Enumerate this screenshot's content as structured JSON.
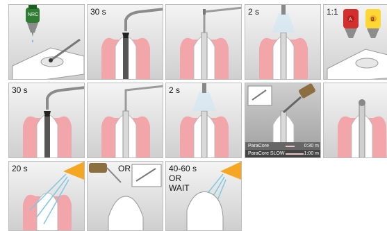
{
  "panels": [
    {
      "id": "p1",
      "label": ""
    },
    {
      "id": "p2",
      "label": "30 s"
    },
    {
      "id": "p3",
      "label": ""
    },
    {
      "id": "p4",
      "label": "2 s"
    },
    {
      "id": "p5",
      "label": "1:1"
    },
    {
      "id": "p6",
      "label": "30 s"
    },
    {
      "id": "p7",
      "label": ""
    },
    {
      "id": "p8",
      "label": "2 s"
    },
    {
      "id": "p9",
      "label": ""
    },
    {
      "id": "p10",
      "label": ""
    },
    {
      "id": "p11",
      "label": "20 s"
    },
    {
      "id": "p12",
      "label": "OR"
    },
    {
      "id": "p13",
      "label": "40-60 s\nOR\nWAIT"
    }
  ],
  "bottles": {
    "nrc": "NRC",
    "a": "A",
    "b": "B"
  },
  "timing_table": {
    "rows": [
      {
        "name": "ParaCore",
        "time": "0:30 m"
      },
      {
        "name": "ParaCore SLOW",
        "time": "1:00 m"
      }
    ],
    "fill": [
      0.33,
      0.66
    ]
  }
}
